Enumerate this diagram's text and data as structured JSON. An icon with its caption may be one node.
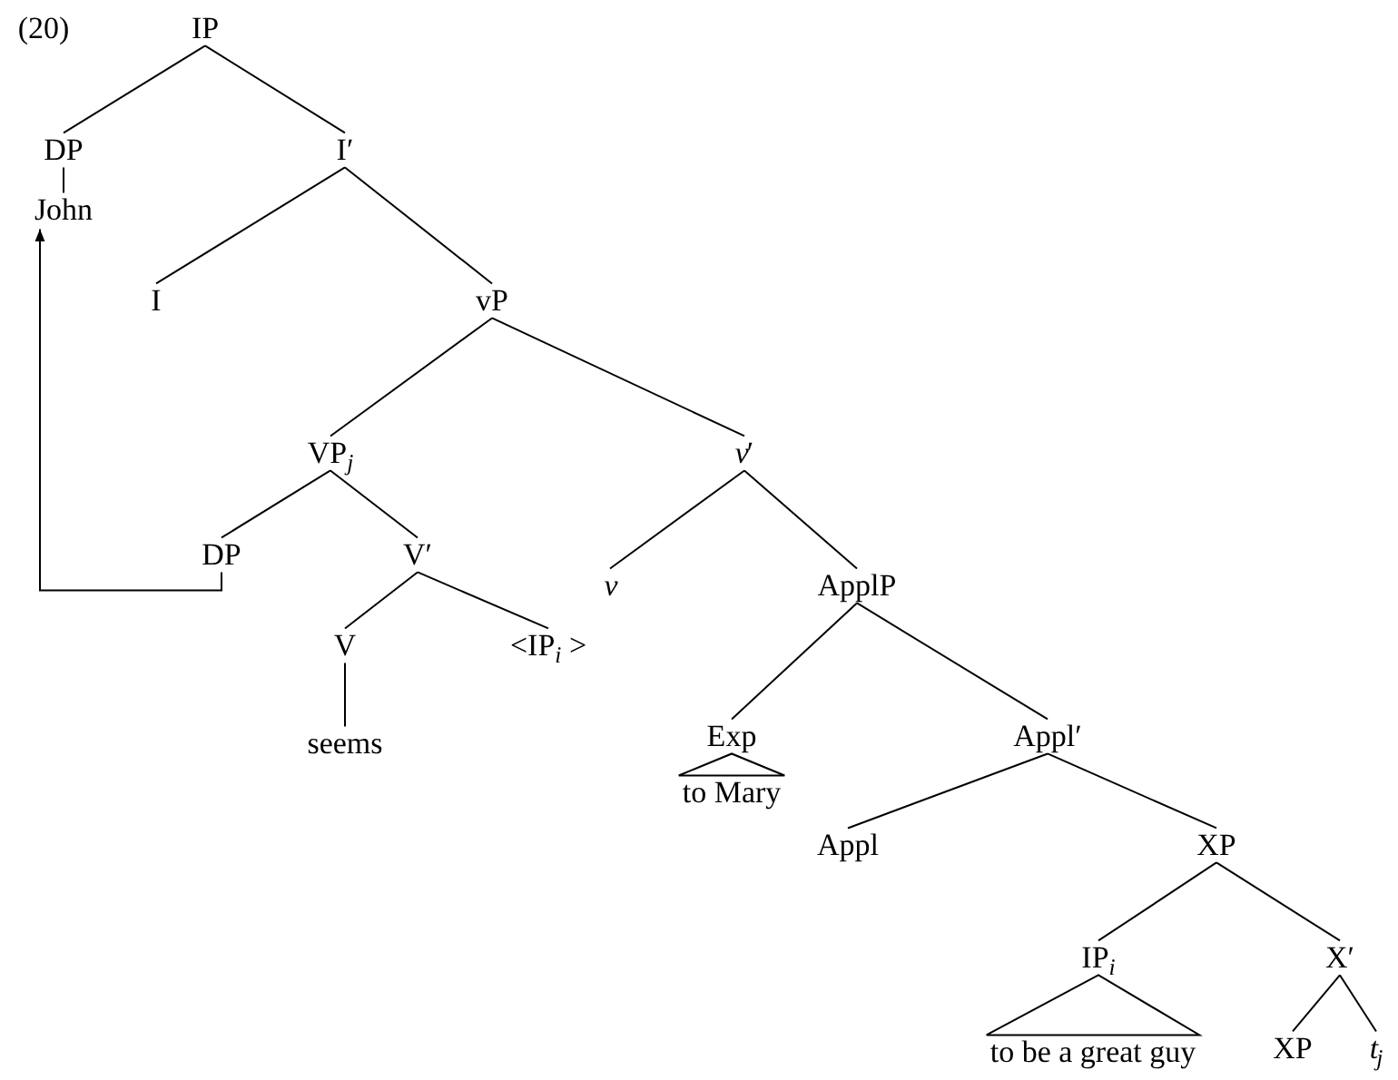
{
  "diagram": {
    "nodes": [
      {
        "text": [
          "IP"
        ]
      },
      {
        "text": [
          "DP"
        ]
      },
      {
        "text": [
          "I′"
        ]
      },
      {
        "text": [
          "John"
        ]
      },
      {
        "text": [
          "I"
        ]
      },
      {
        "text": [
          "vP"
        ]
      },
      {
        "text": [
          "VP$_{j}$"
        ]
      },
      {
        "text": [
          "*v*′"
        ]
      },
      {
        "text": [
          "DP"
        ]
      },
      {
        "text": [
          "V′"
        ]
      },
      {
        "text": [
          "*v*"
        ]
      },
      {
        "text": [
          "ApplP"
        ]
      },
      {
        "text": [
          "V"
        ]
      },
      {
        "text": [
          "<IP$_{i}$ >"
        ]
      },
      {
        "text": [
          "seems"
        ]
      },
      {
        "text": [
          "Exp"
        ]
      },
      {
        "text": [
          "Appl′"
        ]
      },
      {
        "text": [
          "to Mary"
        ]
      },
      {
        "text": [
          "Appl"
        ]
      },
      {
        "text": [
          "XP"
        ]
      },
      {
        "text": [
          "IP$_{i}$"
        ]
      },
      {
        "text": [
          "X′"
        ]
      },
      {
        "text": [
          "to be a great guy"
        ]
      },
      {
        "text": [
          "XP"
        ]
      },
      {
        "text": [
          "*t*$_{j}$"
        ]
      }
    ],
    "edges": [
      {
        "from": 0,
        "to": 1,
        "arrow": "none"
      },
      {
        "from": 0,
        "to": 2,
        "arrow": "none"
      },
      {
        "from": 1,
        "to": 3,
        "arrow": "none"
      },
      {
        "from": 2,
        "to": 4,
        "arrow": "none"
      },
      {
        "from": 2,
        "to": 5,
        "arrow": "none"
      },
      {
        "from": 5,
        "to": 6,
        "arrow": "none"
      },
      {
        "from": 5,
        "to": 7,
        "arrow": "none"
      },
      {
        "from": 6,
        "to": 8,
        "arrow": "none"
      },
      {
        "from": 6,
        "to": 9,
        "arrow": "none"
      },
      {
        "from": 7,
        "to": 10,
        "arrow": "none"
      },
      {
        "from": 7,
        "to": 11,
        "arrow": "none"
      },
      {
        "from": 9,
        "to": 12,
        "arrow": "none"
      },
      {
        "from": 9,
        "to": 13,
        "arrow": "none"
      },
      {
        "from": 12,
        "to": 14,
        "arrow": "none"
      },
      {
        "from": 11,
        "to": 15,
        "arrow": "none"
      },
      {
        "from": 11,
        "to": 16,
        "arrow": "none"
      },
      {
        "from": 15,
        "to": 17,
        "arrow": "none"
      },
      {
        "from": 16,
        "to": 18,
        "arrow": "none"
      },
      {
        "from": 16,
        "to": 19,
        "arrow": "none"
      },
      {
        "from": 19,
        "to": 20,
        "arrow": "none"
      },
      {
        "from": 19,
        "to": 21,
        "arrow": "none"
      },
      {
        "from": 20,
        "to": 22,
        "arrow": "none"
      },
      {
        "from": 21,
        "to": 23,
        "arrow": "none"
      },
      {
        "from": 21,
        "to": 24,
        "arrow": "none"
      },
      {
        "from": 8,
        "to": 3,
        "arrow": "to"
      }
    ],
    "labels": [
      "(20)"
    ]
  }
}
